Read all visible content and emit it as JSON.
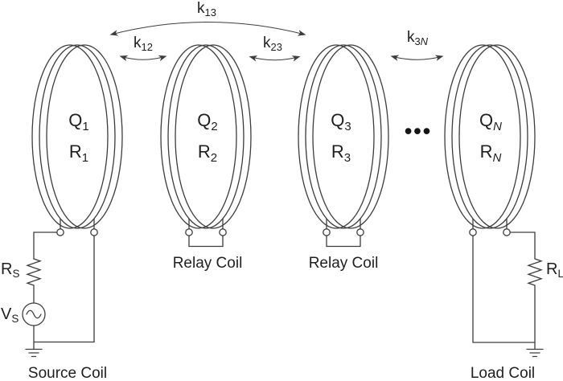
{
  "figure": {
    "type": "magnetically-coupled-coil-circuit",
    "background": "#ffffff",
    "line_color": "#3d3d3d",
    "text_color": "#1f1f1f"
  },
  "couplings": {
    "k13": {
      "base": "k",
      "sub": "13"
    },
    "k12": {
      "base": "k",
      "sub": "12"
    },
    "k23": {
      "base": "k",
      "sub": "23"
    },
    "k3N": {
      "base": "k",
      "sub_digit": "3",
      "sub_var": "N"
    }
  },
  "coils": {
    "coil1": {
      "q": "Q",
      "q_sub": "1",
      "r": "R",
      "r_sub": "1",
      "caption": "Source Coil"
    },
    "coil2": {
      "q": "Q",
      "q_sub": "2",
      "r": "R",
      "r_sub": "2",
      "caption": "Relay Coil"
    },
    "coil3": {
      "q": "Q",
      "q_sub": "3",
      "r": "R",
      "r_sub": "3",
      "caption": "Relay Coil"
    },
    "coilN": {
      "q": "Q",
      "q_sub": "N",
      "r": "R",
      "r_sub": "N",
      "caption": "Load Coil"
    }
  },
  "ellipsis": "•••",
  "source_circuit": {
    "resistor": "R",
    "resistor_sub": "S",
    "source": "V",
    "source_sub": "S"
  },
  "load_circuit": {
    "resistor": "R",
    "resistor_sub": "L"
  }
}
